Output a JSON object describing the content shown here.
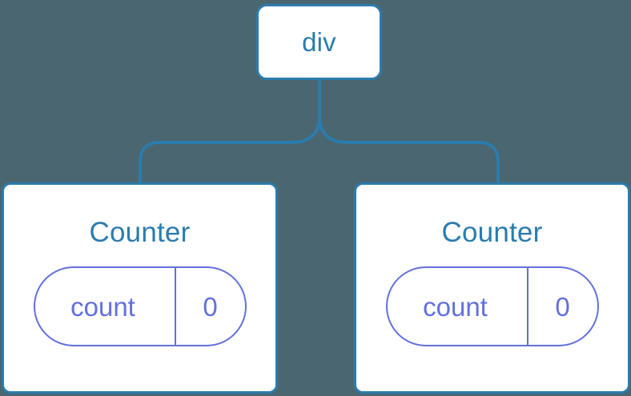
{
  "diagram": {
    "title": "component-tree",
    "background_color": "#4a6670",
    "node_border_color": "#2b7cad",
    "node_fill_color": "#ffffff",
    "node_label_color": "#2b7cad",
    "edge_color": "#2b7cad",
    "state_accent_color": "#6270dd",
    "root": {
      "label": "div"
    },
    "children": [
      {
        "label": "Counter",
        "state": {
          "key": "count",
          "value": "0"
        }
      },
      {
        "label": "Counter",
        "state": {
          "key": "count",
          "value": "0"
        }
      }
    ]
  }
}
